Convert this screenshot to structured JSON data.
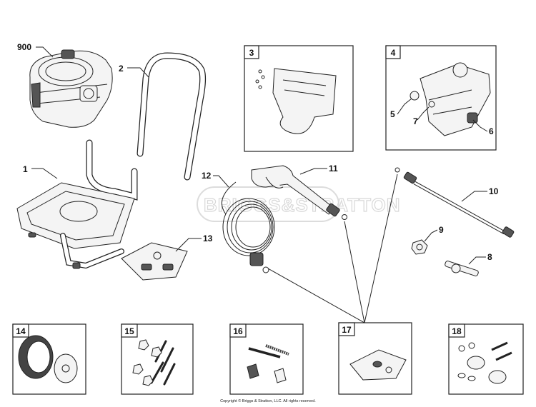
{
  "callouts": [
    "900",
    "2",
    "1",
    "13",
    "12",
    "11",
    "10",
    "9",
    "8",
    "5",
    "7",
    "6"
  ],
  "boxes": [
    "3",
    "4",
    "14",
    "15",
    "16",
    "17",
    "18"
  ],
  "watermark": "BRIGGS&STRATTON",
  "copyright": "Copyright © Briggs & Stratton, LLC. All rights reserved.",
  "colors": {
    "ink": "#222222",
    "watermark": "#d8d8d8",
    "background": "#ffffff"
  }
}
